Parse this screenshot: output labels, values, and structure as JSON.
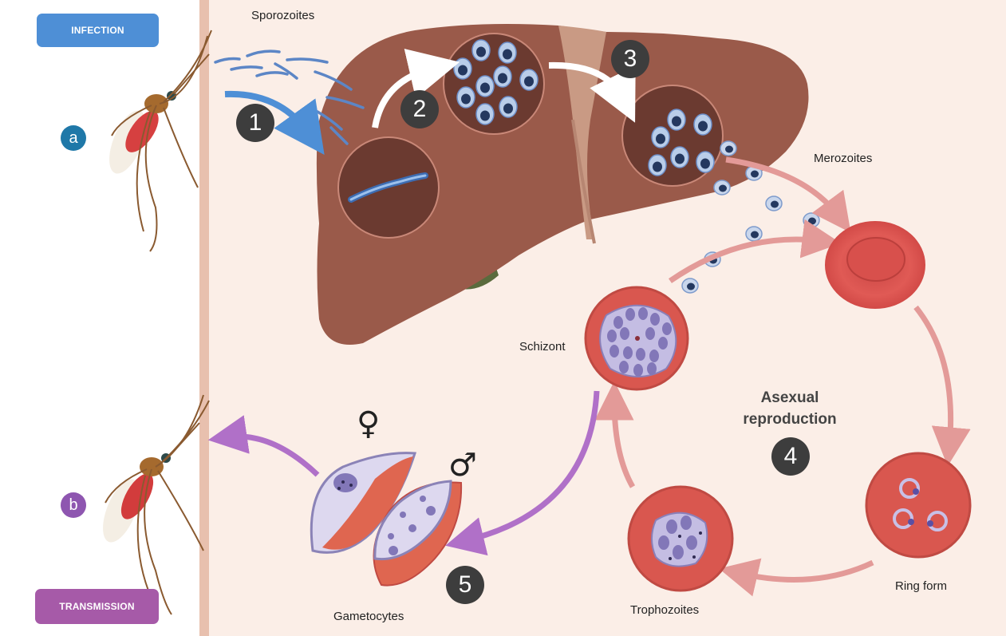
{
  "buttons": {
    "infection": "INFECTION",
    "transmission": "TRANSMISSION"
  },
  "side_labels": {
    "a": "a",
    "b": "b"
  },
  "labels": {
    "sporozoites": "Sporozoites",
    "merozoites": "Merozoites",
    "schizont": "Schizont",
    "ring_form": "Ring form",
    "trophozoites": "Trophozoites",
    "gametocytes": "Gametocytes",
    "asexual_line1": "Asexual",
    "asexual_line2": "reproduction"
  },
  "steps": {
    "s1": "1",
    "s2": "2",
    "s3": "3",
    "s4": "4",
    "s5": "5"
  },
  "symbols": {
    "female": "♀",
    "male": "♂"
  },
  "colors": {
    "infection": "#4e8fd6",
    "transmission": "#a65aa8",
    "badge_a": "#1f78a8",
    "badge_b": "#8e56b0",
    "panel_bg": "#fbeee7",
    "liver": "#9a5a4a",
    "rbc": "#d9534f",
    "step": "#3d3d3d"
  }
}
